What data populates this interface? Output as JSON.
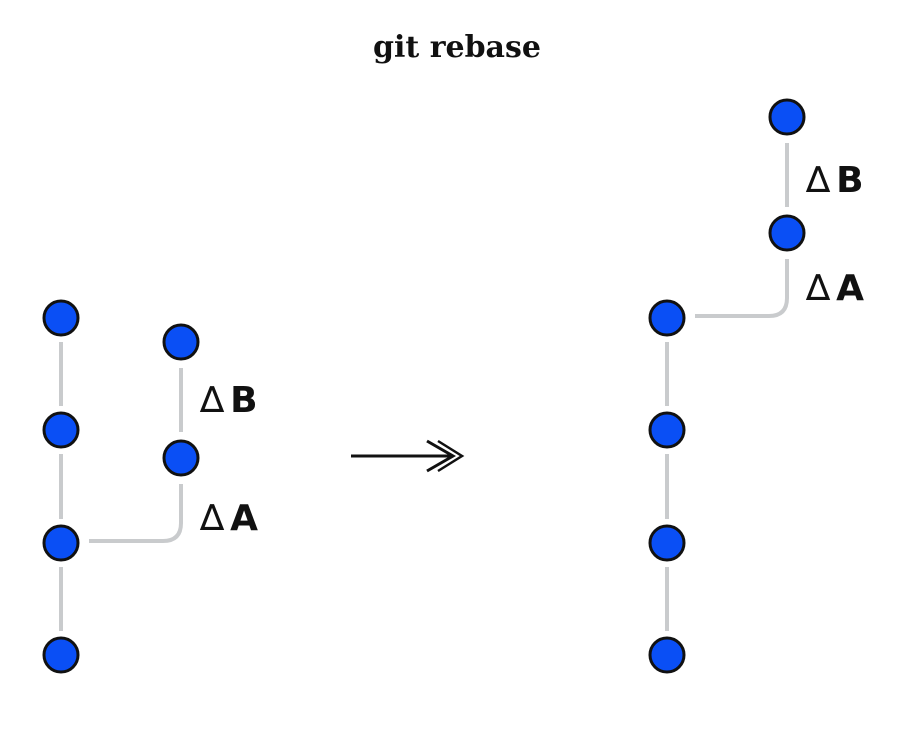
{
  "title": "git rebase",
  "colors": {
    "node_fill": "#0a4ff5",
    "node_stroke": "#111111",
    "edge": "#c9cbcd",
    "arrow": "#111111"
  },
  "before": {
    "main_commits": 4,
    "branch_commits": 2,
    "labels": {
      "delta_a": "A",
      "delta_b": "B"
    }
  },
  "after": {
    "main_commits": 4,
    "branch_commits": 2,
    "labels": {
      "delta_a": "A",
      "delta_b": "B"
    }
  },
  "delta_symbol": "∆",
  "arrow_icon": "double-headed-long-arrow"
}
